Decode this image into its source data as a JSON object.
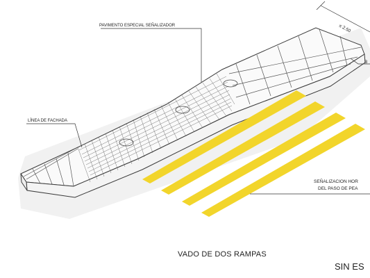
{
  "labels": {
    "pavimento": "PAVIMENTO ESPECIAL SEÑALIZADOR",
    "linea": "LÍNEA DE FACHADA",
    "dimension": "≤ 2.50",
    "side_b": "B",
    "senalizacion_1": "SEÑALIZACION HOR",
    "senalizacion_2": "DEL PASO DE PEA"
  },
  "title": "VADO DE DOS RAMPAS",
  "scale_text": "SIN ES",
  "colors": {
    "crosswalk": "#f2d52b",
    "line": "#3a3a3a",
    "slab_fill": "#fafafa",
    "shadow": "#ececec"
  }
}
